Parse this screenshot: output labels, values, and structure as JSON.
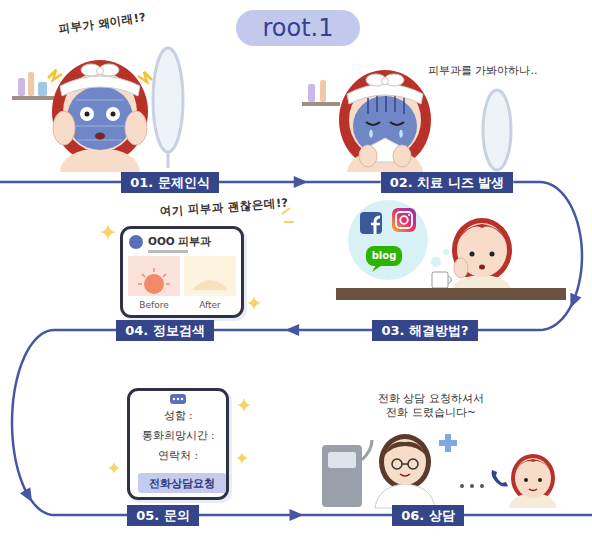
{
  "diagram": {
    "title": "root.1",
    "nodes": [
      {
        "text": [
          "01. 문제인식"
        ]
      },
      {
        "text": [
          "02. 치료 니즈 발생"
        ]
      },
      {
        "text": [
          "03. 해결방법?"
        ]
      },
      {
        "text": [
          "04. 정보검색"
        ]
      },
      {
        "text": [
          "05. 문의"
        ]
      },
      {
        "text": [
          "06. 상담"
        ]
      },
      {
        "text": [
          "OOO 피부과",
          "Before",
          "After"
        ]
      },
      {
        "text": [
          "성함 :",
          "통화희망시간 :",
          "연락처 :"
        ]
      },
      {
        "text": [
          "전화상담요청"
        ],
        "in": 7
      }
    ],
    "edges": [
      {
        "from": 0,
        "to": 1,
        "arrow": "to"
      },
      {
        "from": 1,
        "to": 2,
        "arrow": "to"
      },
      {
        "from": 2,
        "to": 3,
        "arrow": "to"
      },
      {
        "from": 3,
        "to": 4,
        "arrow": "to"
      },
      {
        "from": 4,
        "to": 5,
        "arrow": "to"
      }
    ],
    "labels": [
      "피부가 왜이래!?",
      "피부과를 가봐야하나..",
      "여기 피부과 괜찮은데!?",
      "blog",
      "전화 상담 요청하셔서 전화 드렸습니다~"
    ]
  }
}
